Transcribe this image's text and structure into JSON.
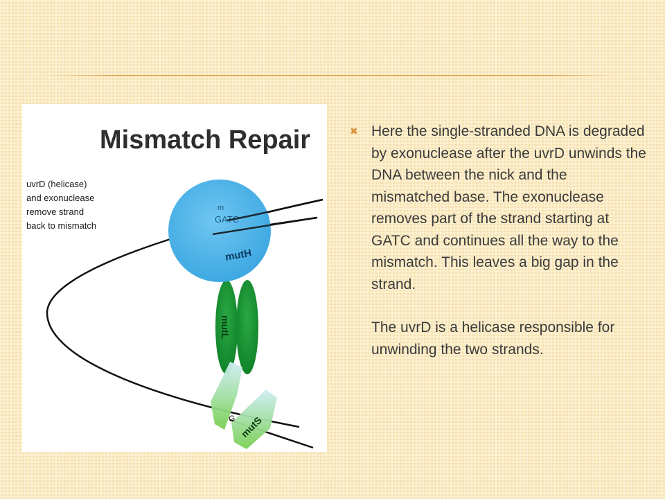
{
  "slide": {
    "bullet_glyph": "✖",
    "paragraphs": [
      "Here the single-stranded DNA is degraded by exonuclease after the uvrD unwinds the DNA between the nick and the mismatched base. The exonuclease removes part of the strand starting at GATC and continues all the way to the mismatch. This leaves a big gap in the strand.",
      "The uvrD is a helicase responsible for unwinding the two strands."
    ]
  },
  "figure": {
    "title": "Mismatch Repair",
    "side_label_lines": [
      "uvrD (helicase)",
      "and exonuclease",
      "remove strand",
      "back to mismatch"
    ],
    "mutH": {
      "label": "mutH",
      "site_mark": "m",
      "site": "GATC"
    },
    "mutL": {
      "label": "mutL"
    },
    "mutS": {
      "label": "mutS",
      "base": "G"
    },
    "colors": {
      "mutH": "#4fb3ea",
      "mutL": "#15922f",
      "mutS_top": "#bfe7f2",
      "mutS_bottom": "#7fd35a",
      "dna": "#111111"
    }
  }
}
